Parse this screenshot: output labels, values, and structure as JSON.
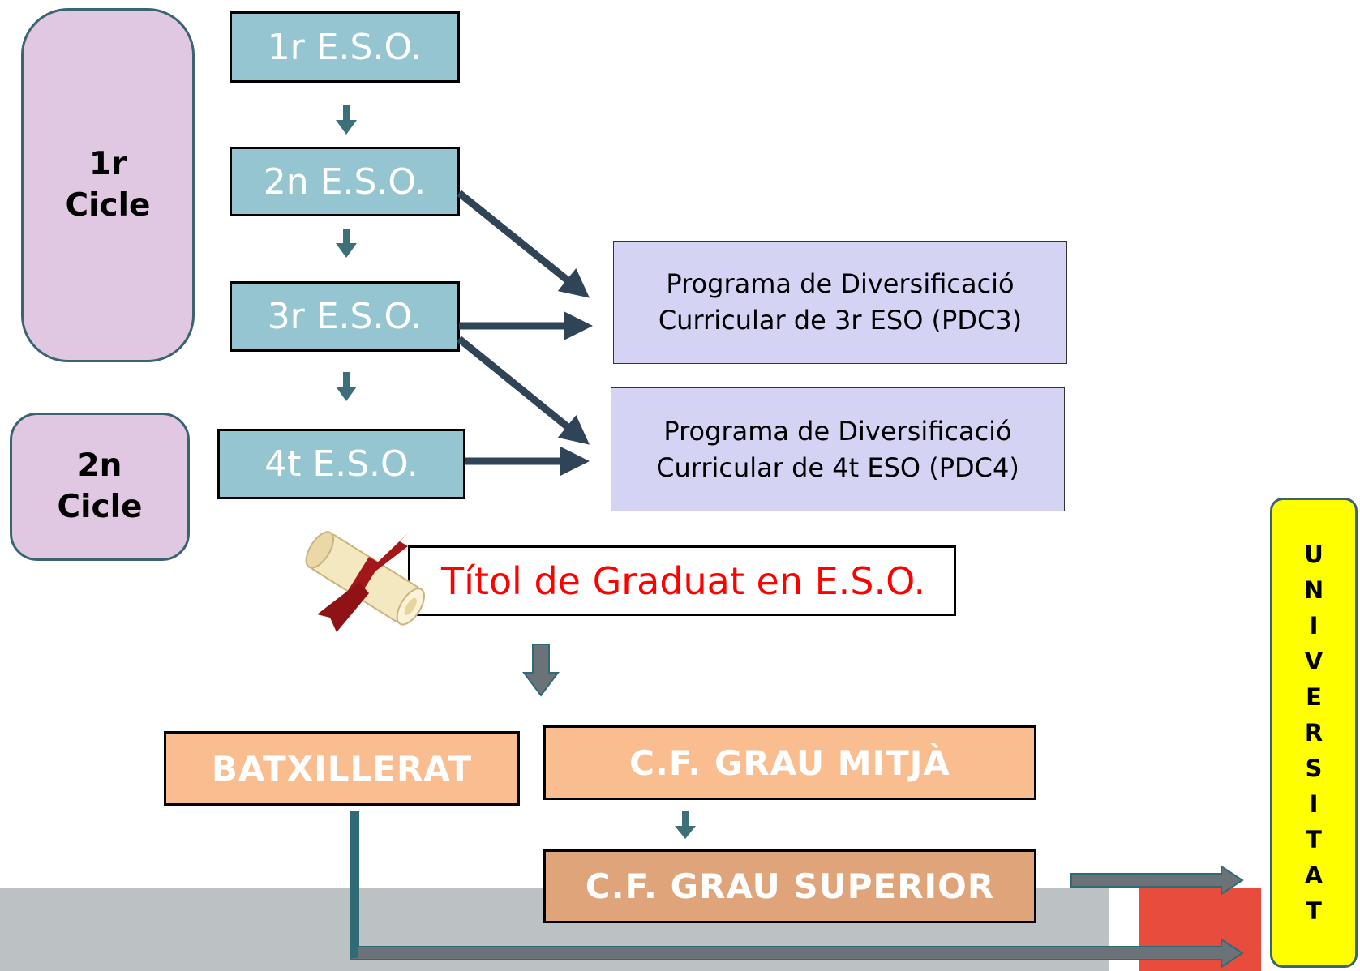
{
  "cycles": {
    "first": [
      "1r",
      "Cicle"
    ],
    "second": [
      "2n",
      "Cicle"
    ]
  },
  "eso_levels": [
    "1r E.S.O.",
    "2n E.S.O.",
    "3r E.S.O.",
    "4t E.S.O."
  ],
  "pdc": {
    "pdc3": [
      "Programa de Diversificació",
      "Curricular de 3r ESO (PDC3)"
    ],
    "pdc4": [
      "Programa de Diversificació",
      "Curricular de 4t ESO (PDC4)"
    ]
  },
  "graduate_title": "Títol de Graduat en E.S.O.",
  "pathways": {
    "batxillerat": "BATXILLERAT",
    "grau_mitja": "C.F. GRAU MITJÀ",
    "grau_superior": "C.F. GRAU SUPERIOR"
  },
  "university_letters": [
    "U",
    "N",
    "I",
    "V",
    "E",
    "R",
    "S",
    "I",
    "T",
    "A",
    "T"
  ],
  "icons": {
    "diploma": "diploma-scroll-icon"
  },
  "colors": {
    "eso_box": "#95c5d0",
    "cycle_box": "#e0c8e2",
    "pdc_box": "#d4d3f4",
    "pathway_box": "#f9bd90",
    "university_box": "#ffff00",
    "title_text": "#ff0000",
    "arrow_dark": "#2f4457",
    "arrow_teal": "#2f6b75"
  }
}
